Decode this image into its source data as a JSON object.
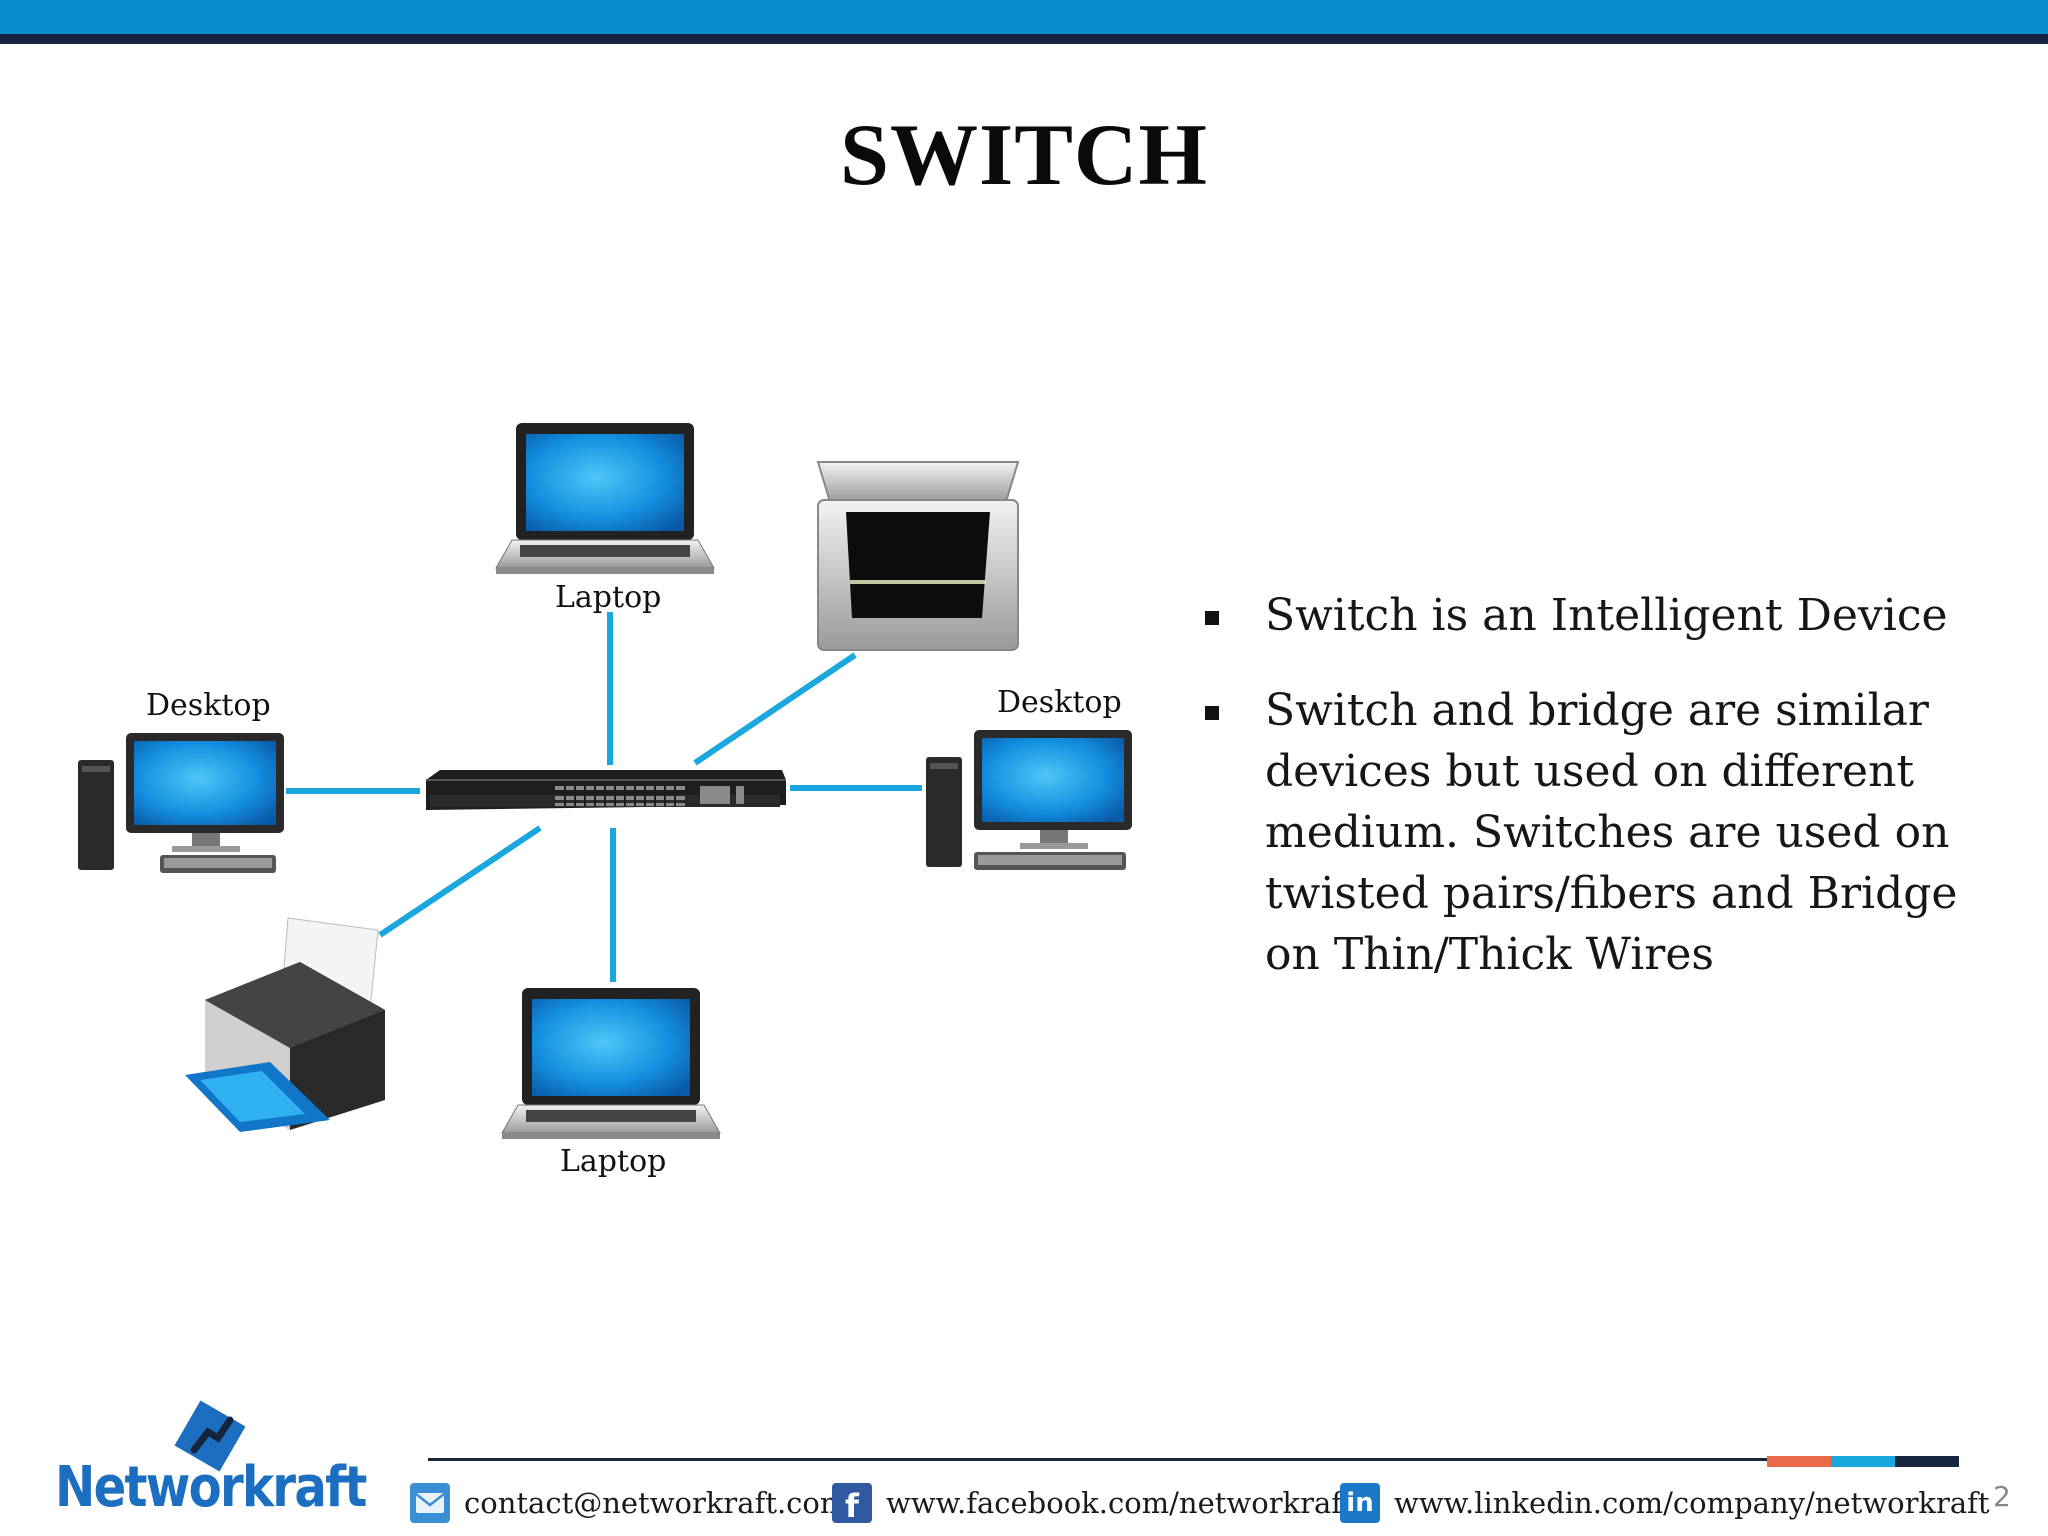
{
  "slide": {
    "title": "SWITCH",
    "page_number": "2"
  },
  "diagram": {
    "center_device": "switch-icon",
    "nodes": [
      {
        "label": "Laptop",
        "icon": "laptop-icon"
      },
      {
        "label": "Desktop",
        "icon": "desktop-icon"
      },
      {
        "label": "Desktop",
        "icon": "desktop-icon"
      },
      {
        "label": "Laptop",
        "icon": "laptop-icon"
      },
      {
        "label": "",
        "icon": "scanner-icon"
      },
      {
        "label": "",
        "icon": "printer-icon"
      }
    ],
    "link_color": "#1aa7de"
  },
  "bullets": [
    "Switch is an Intelligent Device",
    "Switch and bridge are similar devices but used on different medium. Switches are used on twisted pairs/fibers and Bridge on Thin/Thick Wires"
  ],
  "footer": {
    "brand": "Networkraft",
    "email": "contact@networkraft.com",
    "facebook": "www.facebook.com/networkraft",
    "linkedin": "www.linkedin.com/company/networkraft"
  },
  "colors": {
    "accent_blue": "#0a8bcd",
    "navy": "#14253d",
    "accent_orange": "#ea6b4a"
  }
}
